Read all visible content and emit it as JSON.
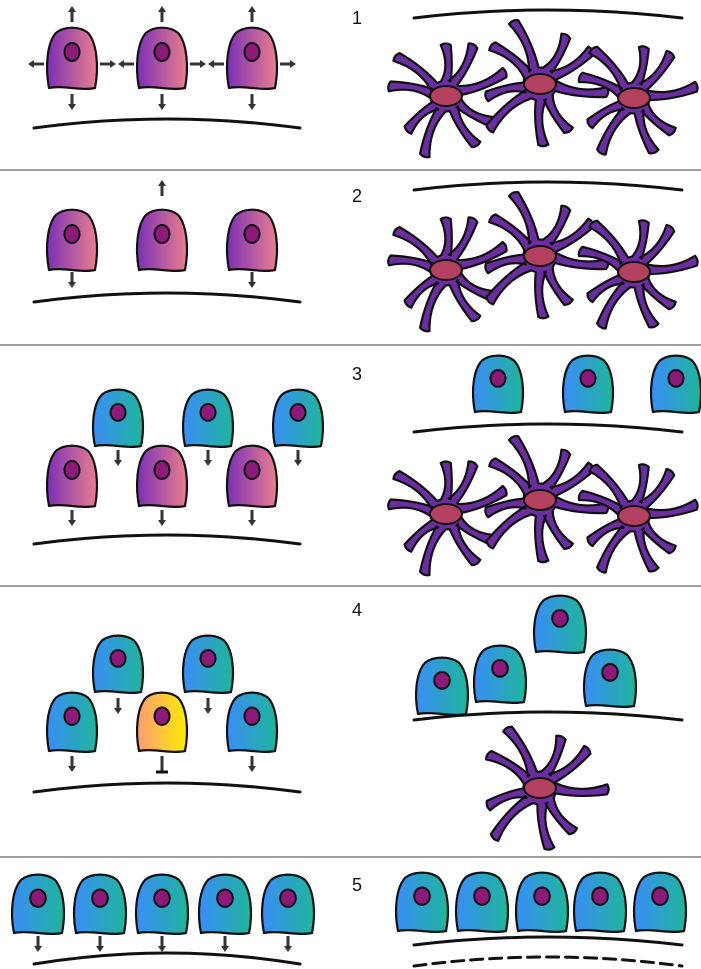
{
  "panels": [
    {
      "number": "1"
    },
    {
      "number": "2"
    },
    {
      "number": "3"
    },
    {
      "number": "4"
    },
    {
      "number": "5"
    }
  ],
  "colors": {
    "ink": "#111111",
    "divider": "#a0a0a0",
    "arrow": "#333333",
    "purple_cell_left": "#7b2fb5",
    "purple_cell_right": "#e97f8f",
    "blue_cell_left": "#3a8df7",
    "blue_cell_right": "#1fb59a",
    "yellow_cell_left": "#ff9a78",
    "yellow_cell_right": "#ffee00",
    "nucleus": "#8b1a78",
    "star_cell": "#6a2ea0",
    "star_nucleus": "#b44060"
  }
}
